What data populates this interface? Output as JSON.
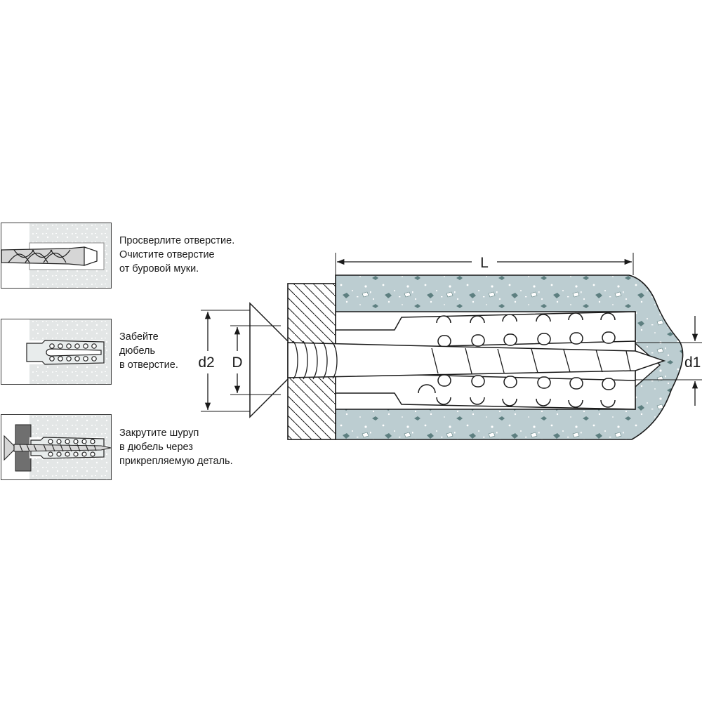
{
  "steps": [
    {
      "lines": [
        "Просверлите отверстие.",
        "Очистите отверстие",
        "от буровой муки."
      ]
    },
    {
      "lines": [
        "Забейте",
        "дюбель",
        "в отверстие."
      ]
    },
    {
      "lines": [
        "Закрутите шуруп",
        "в дюбель через",
        "прикрепляемую деталь."
      ]
    }
  ],
  "dimensions": {
    "L": "L",
    "d2": "d2",
    "D": "D",
    "d1": "d1"
  },
  "colors": {
    "concrete": "#bccdd1",
    "concrete_dots": "#ffffff",
    "concrete_stones": "#5d7f80",
    "step_concrete": "#e3e6e6",
    "hole": "#ffffff",
    "line": "#1a1a1a"
  }
}
